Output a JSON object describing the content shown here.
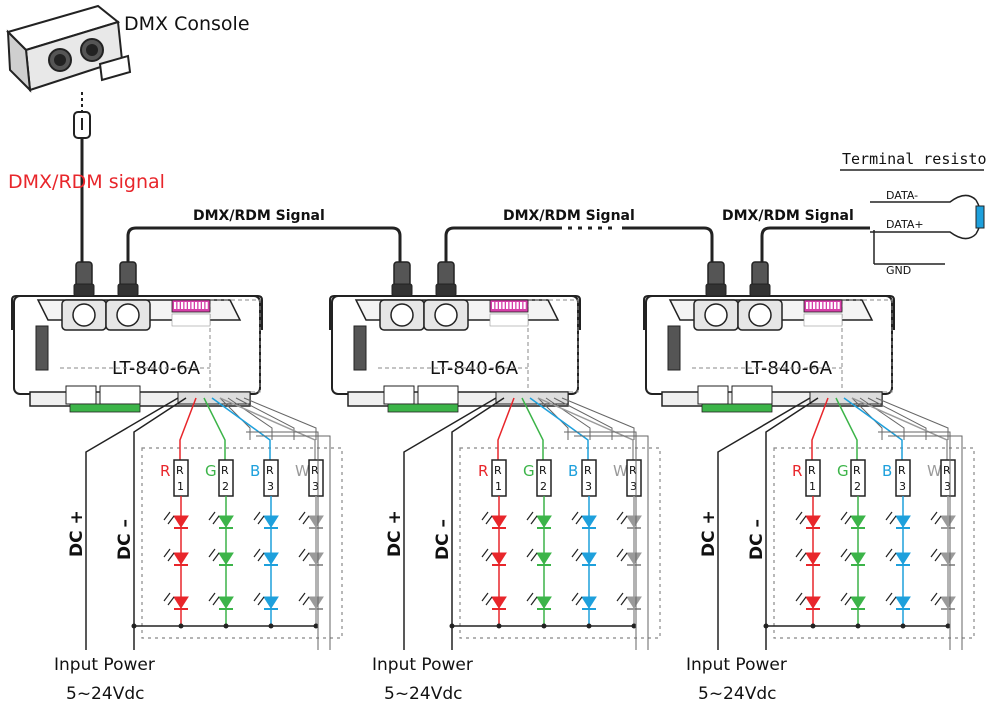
{
  "console": {
    "label": "DMX Console"
  },
  "signal_main": {
    "label": "DMX/RDM signal",
    "color": "#e8262b"
  },
  "chain_signal_label": "DMX/RDM Signal",
  "terminal": {
    "label": "Terminal resistor",
    "data_minus": "DATA-",
    "data_plus": "DATA+",
    "gnd": "GND"
  },
  "decoders": [
    {
      "model": "LT-840-6A",
      "dc_plus": "DC +",
      "dc_minus": "DC –",
      "power_label": "Input  Power",
      "power_range": "5~24Vdc"
    },
    {
      "model": "LT-840-6A",
      "dc_plus": "DC +",
      "dc_minus": "DC –",
      "power_label": "Input  Power",
      "power_range": "5~24Vdc"
    },
    {
      "model": "LT-840-6A",
      "dc_plus": "DC +",
      "dc_minus": "DC –",
      "power_label": "Input  Power",
      "power_range": "5~24Vdc"
    }
  ],
  "channels": [
    {
      "letter": "R",
      "resistor": "R 1",
      "color": "#e8262b"
    },
    {
      "letter": "G",
      "resistor": "R 2",
      "color": "#3cb449"
    },
    {
      "letter": "B",
      "resistor": "R 3",
      "color": "#1ea0dc"
    },
    {
      "letter": "W",
      "resistor": "R 3",
      "color": "#9a9a9a"
    }
  ],
  "icons": {
    "console": "dmx-console-icon",
    "xlr": "xlr-connector-icon",
    "led": "led-diode-icon",
    "resistor": "resistor-icon"
  }
}
